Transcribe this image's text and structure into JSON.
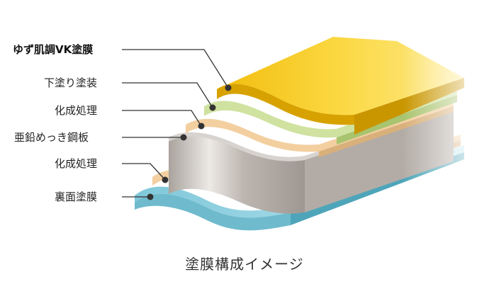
{
  "layers": [
    {
      "label": "ゆず肌調VK塗膜",
      "bold": true
    },
    {
      "label": "下塗り塗装",
      "bold": false
    },
    {
      "label": "化成処理",
      "bold": false
    },
    {
      "label": "亜鉛めっき鋼板",
      "bold": false
    },
    {
      "label": "化成処理",
      "bold": false
    },
    {
      "label": "裏面塗膜",
      "bold": false
    }
  ],
  "caption": "塗膜構成イメージ",
  "colors": {
    "vk_top": "#f6c81a",
    "vk_side": "#d9a500",
    "primer": "#cfe2a0",
    "conversion": "#f3cfa0",
    "steel_top": "#c8c2bd",
    "steel_side": "#a59e98",
    "back": "#8dd0de",
    "back_side": "#5ab0c4"
  }
}
